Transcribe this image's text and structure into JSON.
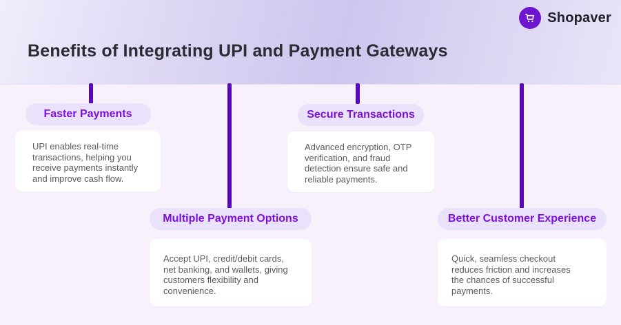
{
  "header": {
    "title": "Benefits of Integrating UPI and Payment Gateways",
    "brand": "Shopaver",
    "brand_icon": "cart-icon"
  },
  "colors": {
    "header_gradient_mid": "#cdc6ee",
    "header_gradient_light": "#f0edfc",
    "body_background": "#f8f1fc",
    "card_background": "#ffffff",
    "pill_background": "#eae1fa",
    "accent_purple": "#7b10d9",
    "connector_purple": "#5709b9",
    "logo_purple": "#6d16cf",
    "title_text": "#2b2b33",
    "body_text": "#5b5a63"
  },
  "benefits": [
    {
      "title": "Faster Payments",
      "description": "UPI enables real-time transactions, helping you receive payments instantly and improve cash flow."
    },
    {
      "title": "Secure Transactions",
      "description": "Advanced encryption, OTP verification, and fraud detection ensure safe and reliable payments."
    },
    {
      "title": "Multiple Payment Options",
      "description": "Accept UPI, credit/debit cards, net banking, and wallets, giving customers flexibility and convenience."
    },
    {
      "title": "Better Customer Experience",
      "description": "Quick, seamless checkout reduces friction and increases the chances of successful payments."
    }
  ]
}
